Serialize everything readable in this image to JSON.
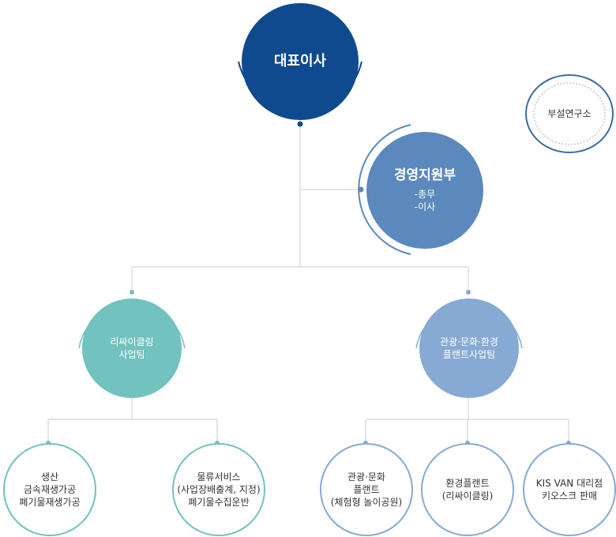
{
  "ceo": {
    "title": "대표이사"
  },
  "management": {
    "title": "경영지원부",
    "items": [
      "-총무",
      "-이사"
    ]
  },
  "research": {
    "title": "부설연구소"
  },
  "recycling_team": {
    "lines": [
      "리싸이클링",
      "사업팀"
    ]
  },
  "tourism_team": {
    "lines": [
      "관광·문화·환경",
      "플랜트사업팀"
    ]
  },
  "leaves": [
    {
      "lines": [
        "생산",
        "금속재생가공",
        "폐기물재생가공"
      ]
    },
    {
      "lines": [
        "물류서비스",
        "(사업장배출계, 지정)",
        "폐기물수집운반"
      ]
    },
    {
      "lines": [
        "관광·문화",
        "플랜트",
        "(체험형 놀이공원)"
      ]
    },
    {
      "lines": [
        "환경플랜트",
        "(리싸이클링)"
      ]
    },
    {
      "lines": [
        "KIS VAN 대리점",
        "키오스크 판매"
      ]
    }
  ],
  "colors": {
    "ceo": "#0f4a8e",
    "management": "#5b89bd",
    "recycling": "#72c2bf",
    "tourism": "#86aad3",
    "line": "#d8dee6"
  }
}
